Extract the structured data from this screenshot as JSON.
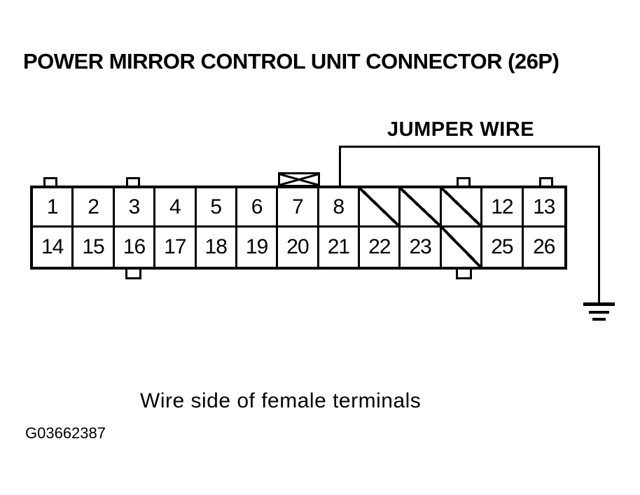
{
  "title": "POWER MIRROR CONTROL UNIT CONNECTOR (26P)",
  "jumper_wire_label": "JUMPER WIRE",
  "caption": "Wire side of female terminals",
  "figure_id": "G03662387",
  "connector": {
    "description": "26-pin connector pin grid, 13 columns by 2 rows",
    "rows": [
      {
        "cells": [
          "1",
          "2",
          "3",
          "4",
          "5",
          "6",
          "7",
          "8",
          "",
          "",
          "",
          "12",
          "13"
        ]
      },
      {
        "cells": [
          "14",
          "15",
          "16",
          "17",
          "18",
          "19",
          "20",
          "21",
          "22",
          "23",
          "",
          "25",
          "26"
        ]
      }
    ],
    "blocked_positions": [
      9,
      10,
      11,
      24
    ],
    "jumper_attached_pin": "8",
    "jumper_terminates_at": "ground"
  },
  "colors": {
    "ink": "#000000",
    "background": "#ffffff"
  },
  "icons": {
    "ground": "ground-icon (three shrinking horizontal bars)",
    "keying": "crossed-box-icon (rectangle with X above pin 7)"
  }
}
